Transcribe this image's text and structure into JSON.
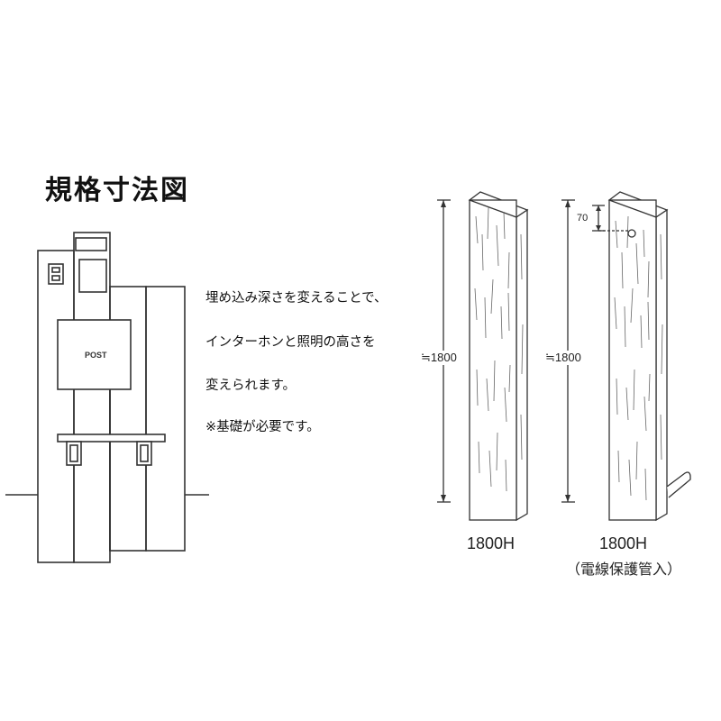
{
  "title": "規格寸法図",
  "description": [
    "埋め込み深さを変えることで、",
    "インターホンと照明の高さを",
    "変えられます。",
    "※基礎が必要です。"
  ],
  "mailbox_label": "POST",
  "posts": [
    {
      "name": "1800H",
      "height_label": "≒1800",
      "caption": ""
    },
    {
      "name": "1800H",
      "height_label": "≒1800",
      "caption": "（電線保護管入）",
      "top_offset_label": "70"
    }
  ]
}
